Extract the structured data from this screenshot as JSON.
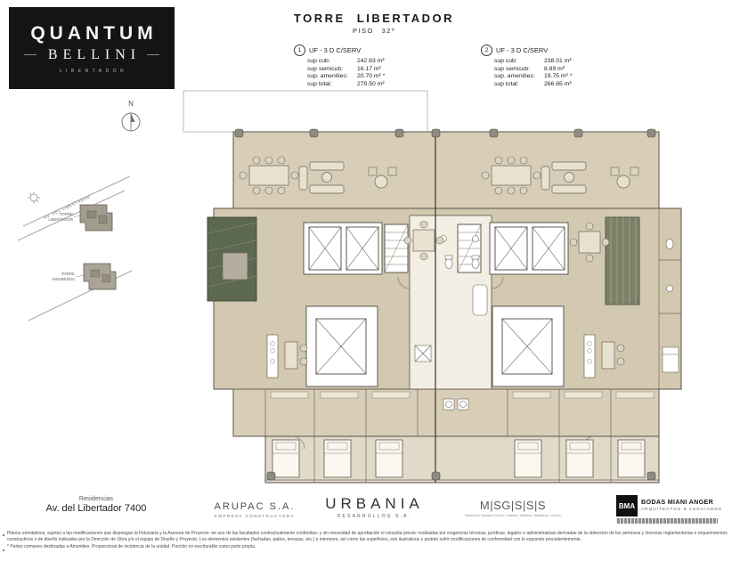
{
  "logo": {
    "line1": "QUANTUM",
    "line2": "BELLINI",
    "subtitle": "LIBERTADOR"
  },
  "header": {
    "title": "TORRE LIBERTADOR",
    "subtitle": "PISO 32º"
  },
  "units": [
    {
      "number": "1",
      "name": "UF - 3 D C/SERV",
      "rows": [
        {
          "label": "sup cub:",
          "value": "242.63 m²"
        },
        {
          "label": "sup semicub:",
          "value": "16.17 m²"
        },
        {
          "label": "sup. amenities:",
          "value": "20.70 m² *"
        },
        {
          "label": "sup total:",
          "value": "279.50 m²"
        }
      ]
    },
    {
      "number": "2",
      "name": "UF - 3 D C/SERV",
      "rows": [
        {
          "label": "sup cub:",
          "value": "238.01 m²"
        },
        {
          "label": "sup semicub:",
          "value": "8.89 m²"
        },
        {
          "label": "sup. amenities:",
          "value": "19.75 m² *"
        },
        {
          "label": "sup total:",
          "value": "266.65 m²"
        }
      ]
    }
  ],
  "sitemap": {
    "north": "N",
    "street": "AV. DEL LIBERTADOR",
    "buildings": [
      {
        "line1": "TORRE",
        "line2": "LIBERTADOR"
      },
      {
        "line1": "TORRE",
        "line2": "ARRIBEÑOS"
      }
    ]
  },
  "footer": {
    "residences_label": "Residencias",
    "address": "Av. del Libertador  7400",
    "arupac": {
      "name": "ARUPAC S.A.",
      "subtitle": "EMPRESA CONSTRUCTORA"
    },
    "urbania": {
      "name": "URBANIA",
      "subtitle": "DESARROLLOS  S.A."
    },
    "msgsss": {
      "name": "M|SG|S|S|S",
      "subtitle": "Manteola | Sánchez Gómez | Santos | Solsona | Sallaberry | Vinson"
    },
    "bma": {
      "abbr": "BMA",
      "name": "BODAS MIANI ANGER",
      "subtitle": "ARQUITECTOS & ASOCIADOS"
    }
  },
  "legal": {
    "line1": "Planos orientativos, sujetos a las modificaciones que dispongan la Fiduciaria y la Asesora de Proyecto -en uso de las facultades contractualmente conferidas- y sin necesidad de aprobación ni consulta previa: realizadas por exigencias técnicas, jurídicas, legales o administrativas derivadas de la obtención de los permisos y licencias reglamentarias o requerimientos",
    "line2": "constructivos o de diseño indicados por la Dirección de Obra y/o el equipo de Diseño y Proyecto. Los elementos existentes (fachadas, patios, terrazas, etc.) e interiores, así como las superficies, son ilustrativos y podrán sufrir modificaciones de conformidad con lo expuesto precedentemente.",
    "line3": "* Partes comunes destinadas a Amenities. Proporcional de incidencia de la unidad. Porción no escriturable como parte propia."
  },
  "colors": {
    "slab_beige": "#d5cab3",
    "planter_green": "#5c6850",
    "ink": "#1c1c1c",
    "logo_bg": "#141414"
  }
}
